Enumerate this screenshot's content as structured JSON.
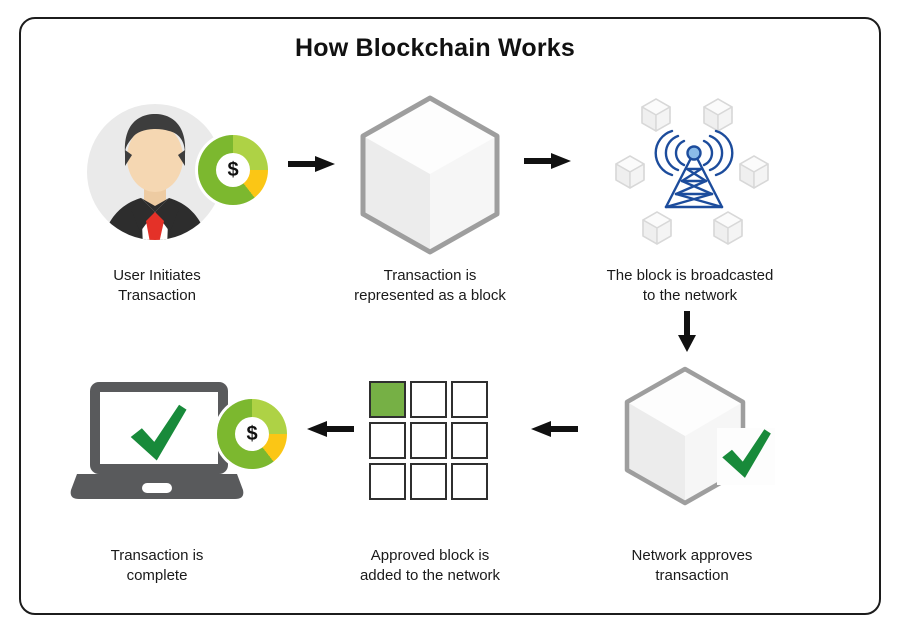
{
  "title": "How Blockchain Works",
  "currency_symbol": "$",
  "steps": [
    {
      "label": "User Initiates\nTransaction"
    },
    {
      "label": "Transaction is\nrepresented as a block"
    },
    {
      "label": "The block is broadcasted\nto the network"
    },
    {
      "label": "Network approves\ntransaction"
    },
    {
      "label": "Approved block is\nadded to the network"
    },
    {
      "label": "Transaction is\ncomplete"
    }
  ],
  "colors": {
    "donut_green": "#7cb82f",
    "donut_light_green": "#aed245",
    "donut_yellow": "#fbc615",
    "check_green": "#188a3a",
    "grid_green": "#76b045",
    "antenna_blue": "#1c4c9c",
    "laptop_gray": "#595a5c",
    "tie_red": "#e43128",
    "cube_stroke": "#9e9e9e"
  }
}
